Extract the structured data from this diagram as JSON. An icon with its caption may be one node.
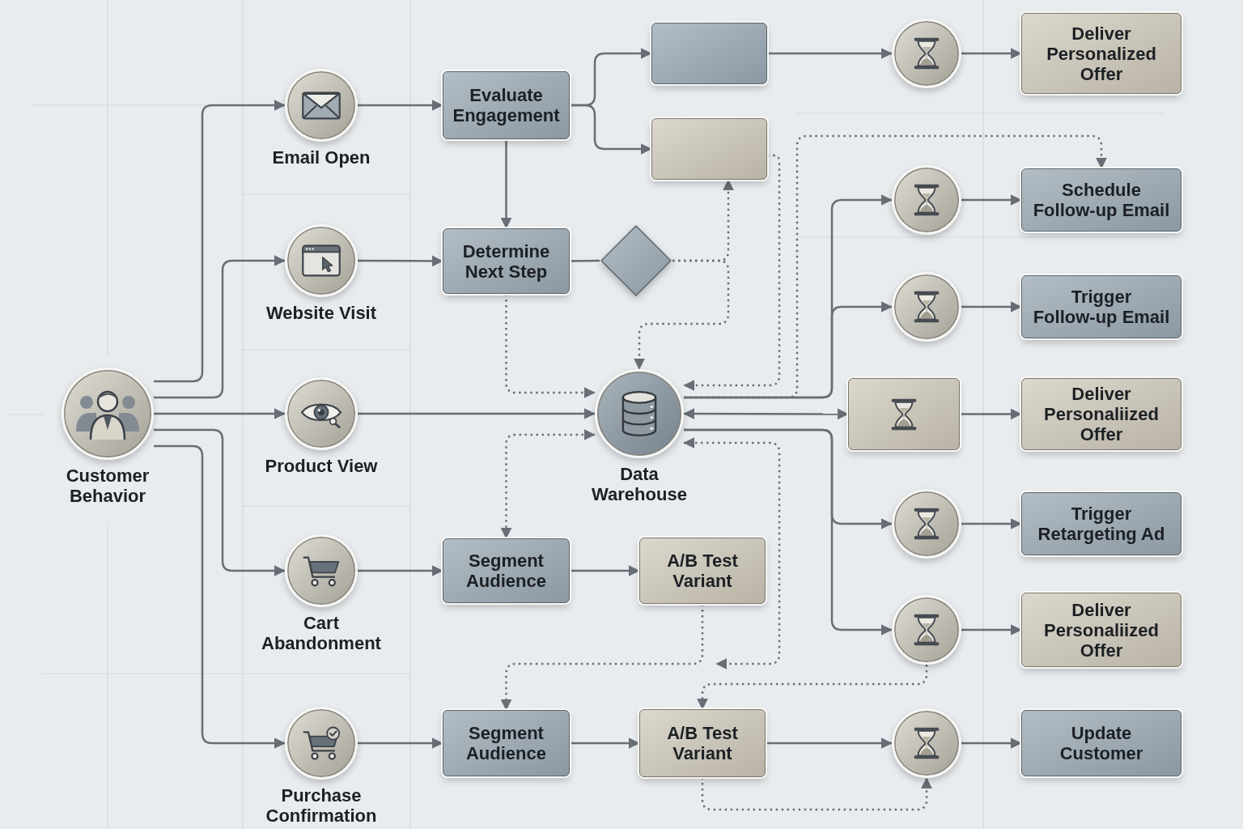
{
  "diagram": {
    "nodes": [
      {
        "text": [
          "Customer Behavior"
        ]
      },
      {
        "text": [
          "Email Open"
        ]
      },
      {
        "text": [
          "Website Visit"
        ]
      },
      {
        "text": [
          "Product View"
        ]
      },
      {
        "text": [
          "Cart Abandonment"
        ]
      },
      {
        "text": [
          "Purchase Confirmation"
        ]
      },
      {
        "text": [
          "Evaluate Engagement"
        ]
      },
      {
        "text": [
          "Determine Next Step"
        ]
      },
      {
        "text": [
          "Segment Audience"
        ]
      },
      {
        "text": [
          "Segment Audience"
        ]
      },
      {
        "text": [],
        "shape": "box"
      },
      {
        "text": [],
        "shape": "box"
      },
      {
        "text": [],
        "shape": "diamond"
      },
      {
        "text": [
          "Data Warehouse"
        ]
      },
      {
        "text": [
          "A/B Test Variant"
        ]
      },
      {
        "text": [
          "A/B Test Variant"
        ]
      },
      {
        "text": [],
        "shape": "circle"
      },
      {
        "text": [],
        "shape": "circle"
      },
      {
        "text": [],
        "shape": "circle"
      },
      {
        "text": [],
        "shape": "box"
      },
      {
        "text": [],
        "shape": "circle"
      },
      {
        "text": [],
        "shape": "circle"
      },
      {
        "text": [],
        "shape": "circle"
      },
      {
        "text": [
          "Deliver Personalized Offer"
        ]
      },
      {
        "text": [
          "Schedule Follow-up Email"
        ]
      },
      {
        "text": [
          "Trigger Follow-up Email"
        ]
      },
      {
        "text": [
          "Deliver Personaliized Offer"
        ]
      },
      {
        "text": [
          "Trigger Retargeting Ad"
        ]
      },
      {
        "text": [
          "Deliver Personaliized Offer"
        ]
      },
      {
        "text": [
          "Update Customer"
        ]
      }
    ],
    "edges": [
      {
        "from": 0,
        "to": 1,
        "arrow": "to"
      },
      {
        "from": 0,
        "to": 2,
        "arrow": "to"
      },
      {
        "from": 0,
        "to": 3,
        "arrow": "to"
      },
      {
        "from": 0,
        "to": 4,
        "arrow": "to"
      },
      {
        "from": 0,
        "to": 5,
        "arrow": "to"
      },
      {
        "from": 1,
        "to": 6,
        "arrow": "to"
      },
      {
        "from": 2,
        "to": 7,
        "arrow": "to"
      },
      {
        "from": 3,
        "to": 13,
        "arrow": "to"
      },
      {
        "from": 4,
        "to": 8,
        "arrow": "to"
      },
      {
        "from": 5,
        "to": 9,
        "arrow": "to"
      },
      {
        "from": 6,
        "to": 10,
        "arrow": "to"
      },
      {
        "from": 6,
        "to": 11,
        "arrow": "to"
      },
      {
        "from": 6,
        "to": 7,
        "arrow": "to"
      },
      {
        "from": 7,
        "to": 12,
        "arrow": "none"
      },
      {
        "from": 12,
        "to": 11,
        "arrow": "to",
        "style": "dashed"
      },
      {
        "from": 12,
        "to": 13,
        "arrow": "to",
        "style": "dashed"
      },
      {
        "from": 7,
        "to": 13,
        "arrow": "to",
        "style": "dashed"
      },
      {
        "from": 11,
        "to": 13,
        "arrow": "to",
        "style": "dashed"
      },
      {
        "from": 13,
        "to": 24,
        "arrow": "to",
        "style": "dashed"
      },
      {
        "from": 13,
        "to": 17,
        "arrow": "to"
      },
      {
        "from": 13,
        "to": 18,
        "arrow": "to"
      },
      {
        "from": 13,
        "to": 19,
        "arrow": "both"
      },
      {
        "from": 13,
        "to": 20,
        "arrow": "to"
      },
      {
        "from": 13,
        "to": 21,
        "arrow": "to"
      },
      {
        "from": 10,
        "to": 16,
        "arrow": "to"
      },
      {
        "from": 16,
        "to": 23,
        "arrow": "to"
      },
      {
        "from": 17,
        "to": 24,
        "arrow": "to"
      },
      {
        "from": 18,
        "to": 25,
        "arrow": "to"
      },
      {
        "from": 19,
        "to": 26,
        "arrow": "to"
      },
      {
        "from": 20,
        "to": 27,
        "arrow": "to"
      },
      {
        "from": 21,
        "to": 28,
        "arrow": "to"
      },
      {
        "from": 22,
        "to": 29,
        "arrow": "to"
      },
      {
        "from": 8,
        "to": 14,
        "arrow": "to"
      },
      {
        "from": 9,
        "to": 15,
        "arrow": "to"
      },
      {
        "from": 15,
        "to": 22,
        "arrow": "to"
      },
      {
        "from": 13,
        "to": 8,
        "arrow": "both",
        "style": "dashed"
      },
      {
        "from": 14,
        "to": 9,
        "arrow": "to",
        "style": "dashed"
      },
      {
        "from": 13,
        "to": null,
        "arrow": "both",
        "style": "dashed"
      },
      {
        "from": 21,
        "to": 15,
        "arrow": "to",
        "style": "dashed"
      },
      {
        "from": 15,
        "to": 22,
        "arrow": "to",
        "style": "dashed"
      }
    ]
  }
}
